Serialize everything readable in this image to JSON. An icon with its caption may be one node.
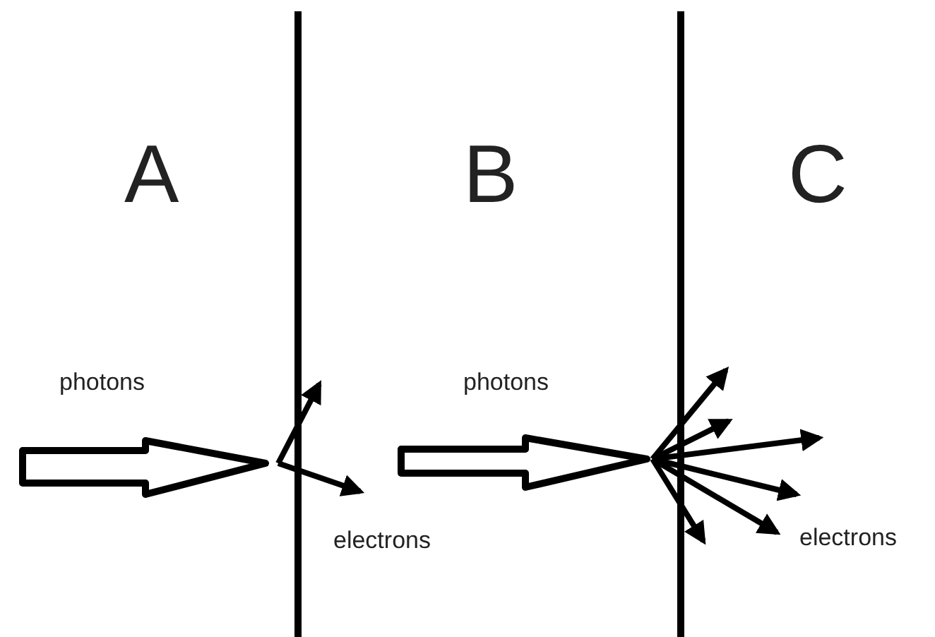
{
  "diagram": {
    "labels": [
      "A",
      "B",
      "C",
      "photons",
      "photons",
      "electrons",
      "electrons"
    ]
  }
}
